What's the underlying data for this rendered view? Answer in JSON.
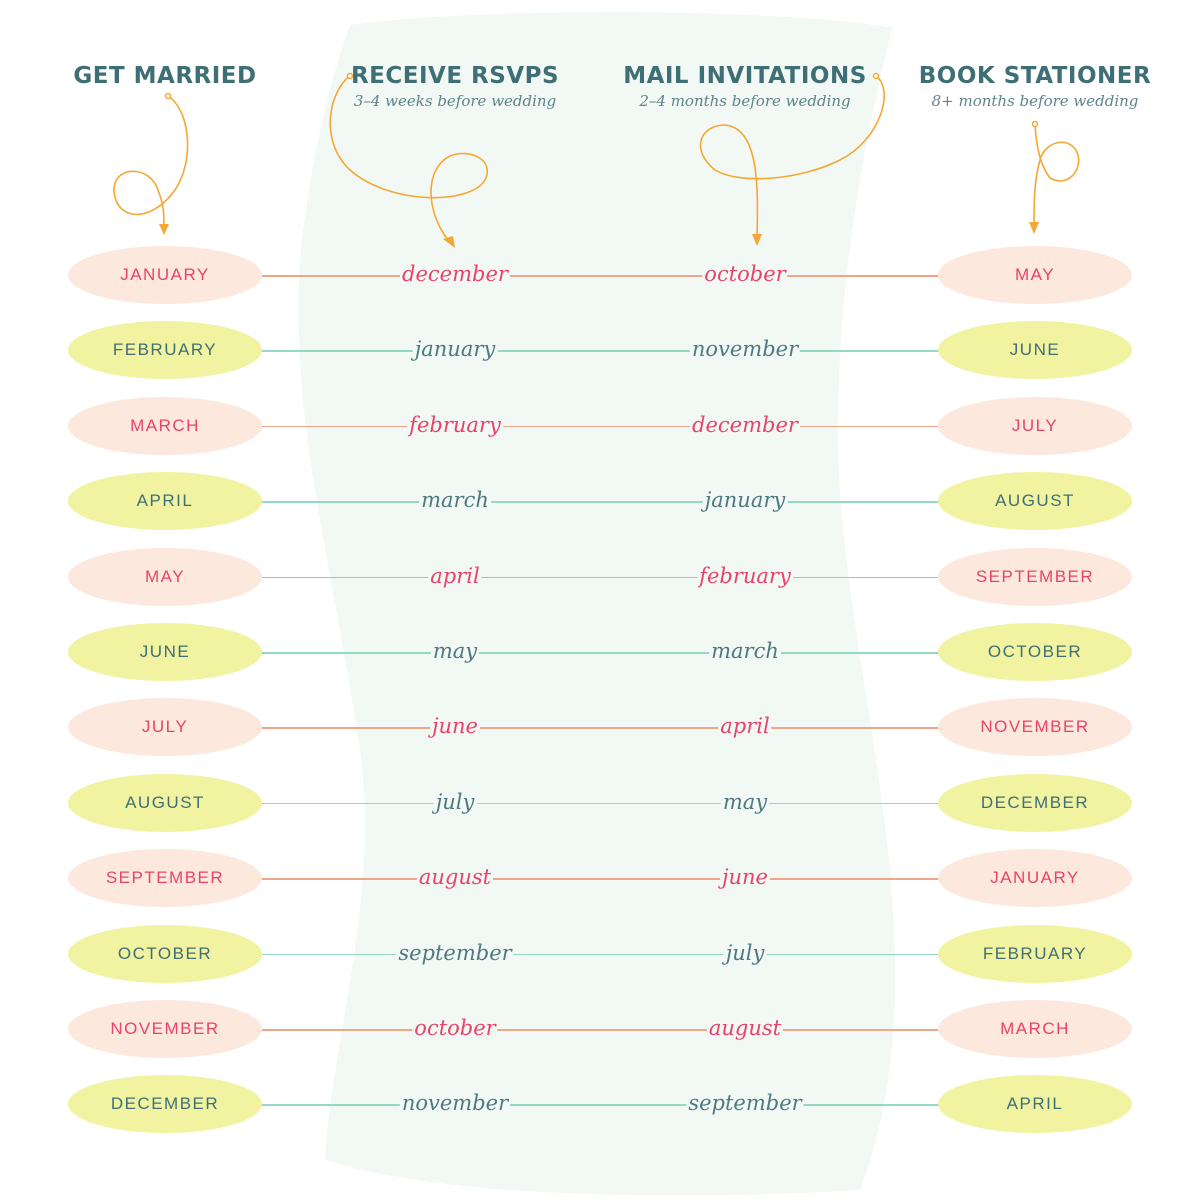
{
  "headers": [
    {
      "title": "GET MARRIED",
      "subtitle": ""
    },
    {
      "title": "RECEIVE RSVPS",
      "subtitle": "3–4 weeks before wedding"
    },
    {
      "title": "MAIL INVITATIONS",
      "subtitle": "2–4 months before wedding"
    },
    {
      "title": "BOOK STATIONER",
      "subtitle": "8+ months before wedding"
    }
  ],
  "colors": {
    "heading": "#3f6f76",
    "pink_text": "#e8436a",
    "peach_fill": "#fde8dd",
    "yellow_fill": "#f1f3a1",
    "orange_arrow": "#f5a733",
    "mint_line": "#93d9c6",
    "salmon_line": "#f0a488",
    "band": "#f2f8f4"
  },
  "rows": [
    {
      "wedding": "JANUARY",
      "rsvp": "december",
      "mail": "october",
      "book": "MAY"
    },
    {
      "wedding": "FEBRUARY",
      "rsvp": "january",
      "mail": "november",
      "book": "JUNE"
    },
    {
      "wedding": "MARCH",
      "rsvp": "february",
      "mail": "december",
      "book": "JULY"
    },
    {
      "wedding": "APRIL",
      "rsvp": "march",
      "mail": "january",
      "book": "AUGUST"
    },
    {
      "wedding": "MAY",
      "rsvp": "april",
      "mail": "february",
      "book": "SEPTEMBER"
    },
    {
      "wedding": "JUNE",
      "rsvp": "may",
      "mail": "march",
      "book": "OCTOBER"
    },
    {
      "wedding": "JULY",
      "rsvp": "june",
      "mail": "april",
      "book": "NOVEMBER"
    },
    {
      "wedding": "AUGUST",
      "rsvp": "july",
      "mail": "may",
      "book": "DECEMBER"
    },
    {
      "wedding": "SEPTEMBER",
      "rsvp": "august",
      "mail": "june",
      "book": "JANUARY"
    },
    {
      "wedding": "OCTOBER",
      "rsvp": "september",
      "mail": "july",
      "book": "FEBRUARY"
    },
    {
      "wedding": "NOVEMBER",
      "rsvp": "october",
      "mail": "august",
      "book": "MARCH"
    },
    {
      "wedding": "DECEMBER",
      "rsvp": "november",
      "mail": "september",
      "book": "APRIL"
    }
  ]
}
